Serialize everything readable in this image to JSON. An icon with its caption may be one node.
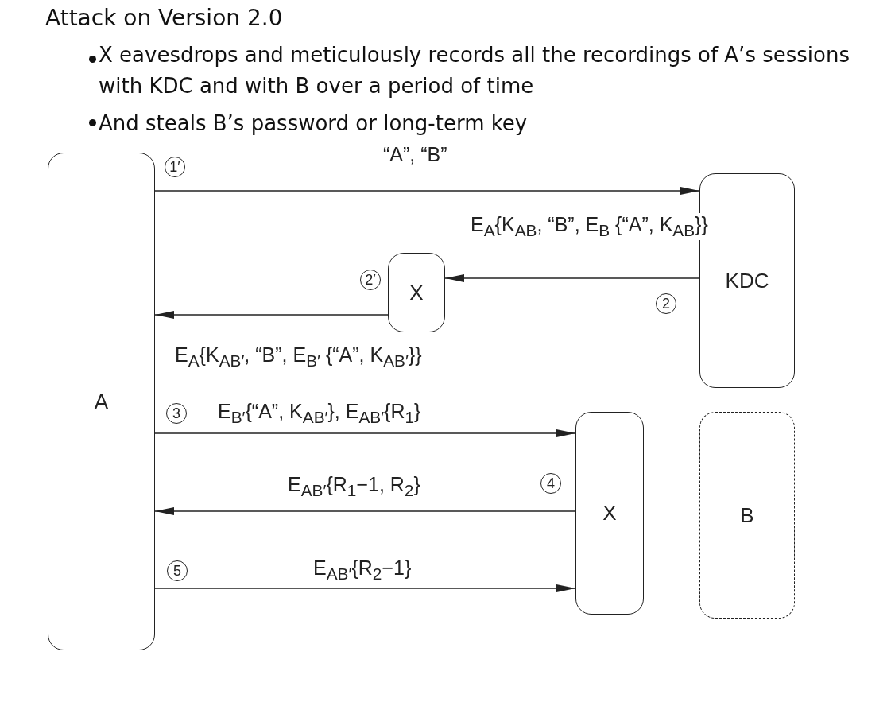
{
  "diagram": {
    "title": "Attack on Version 2.0",
    "nodes": [
      {
        "text": [
          "A"
        ]
      },
      {
        "text": [
          "KDC"
        ]
      },
      {
        "text": [
          "X"
        ]
      },
      {
        "text": [
          "X"
        ]
      },
      {
        "text": [
          "B"
        ]
      }
    ],
    "edges": [
      {
        "from": 0,
        "to": 1,
        "arrow": "to",
        "label": "“A”, “B”"
      },
      {
        "from": 1,
        "to": 2,
        "arrow": "to",
        "label": "E$_{A}${K$_{AB}$, “B”, E$_{B}$ {“A”, K$_{AB}$}}"
      },
      {
        "from": 2,
        "to": 0,
        "arrow": "to",
        "label": "E$_{A}${K$_{AB′}$, “B”, E$_{B′}$ {“A”, K$_{AB′}$}}"
      },
      {
        "from": 0,
        "to": 3,
        "arrow": "to",
        "label": "E$_{B′}${“A”, K$_{AB′}$}, E$_{AB′}${R$_{1}$}"
      },
      {
        "from": 3,
        "to": 0,
        "arrow": "to",
        "label": "E$_{AB′}${R$_{1}$−1, R$_{2}$}"
      },
      {
        "from": 0,
        "to": 3,
        "arrow": "to",
        "label": "E$_{AB′}${R$_{2}$−1}"
      }
    ],
    "labels": [
      "X eavesdrops and meticulously records all the recordings of A’s sessions with KDC and with B over a period of time",
      "And steals B’s password or long-term key",
      "1′",
      "2′",
      "2",
      "3",
      "4",
      "5"
    ]
  }
}
